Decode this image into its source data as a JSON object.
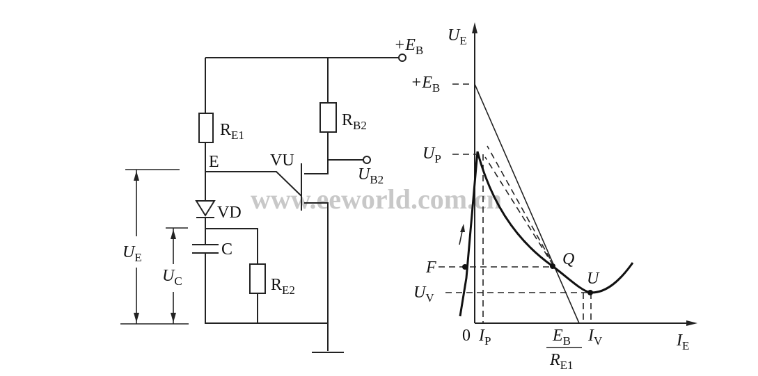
{
  "circuit": {
    "supply_label": "+E",
    "supply_sub": "B",
    "re1_label": "R",
    "re1_sub": "E1",
    "rb2_label": "R",
    "rb2_sub": "B2",
    "re2_label": "R",
    "re2_sub": "E2",
    "node_e_label": "E",
    "ujt_label": "VU",
    "diode_label": "VD",
    "cap_label": "C",
    "ub2_label": "U",
    "ub2_sub": "B2",
    "ue_label": "U",
    "ue_sub": "E",
    "uc_label": "U",
    "uc_sub": "C"
  },
  "graph": {
    "y_axis_label": "U",
    "y_axis_sub": "E",
    "x_axis_label": "I",
    "x_axis_sub": "E",
    "eb_label": "+E",
    "eb_sub": "B",
    "up_label": "U",
    "up_sub": "P",
    "f_label": "F",
    "uv_label": "U",
    "uv_sub": "V",
    "origin_label": "0",
    "ip_label": "I",
    "ip_sub": "P",
    "frac_num": "E",
    "frac_num_sub": "B",
    "frac_den": "R",
    "frac_den_sub": "E1",
    "iv_label": "I",
    "iv_sub": "V",
    "q_label": "Q",
    "u_point_label": "U"
  },
  "watermark": "www.eeworld.com.cn"
}
